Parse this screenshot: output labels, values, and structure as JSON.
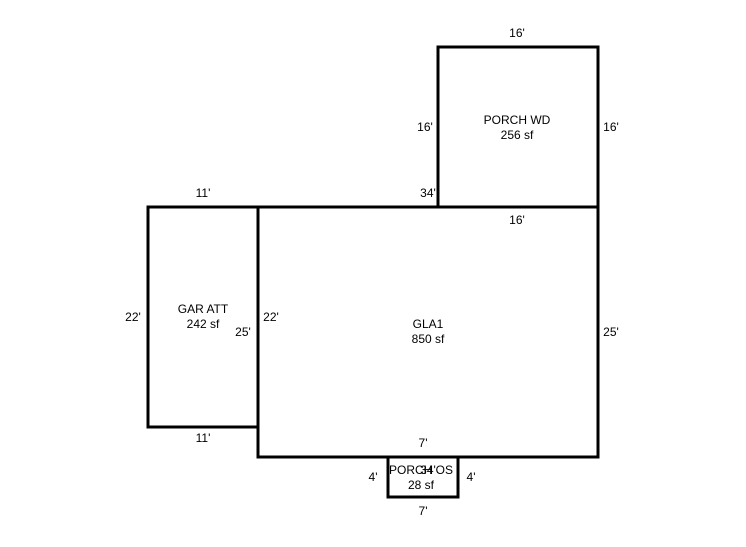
{
  "rooms": {
    "porch_wd": {
      "name": "PORCH WD",
      "area": "256 sf",
      "dim_top": "16'",
      "dim_left": "16'",
      "dim_right": "16'",
      "dim_bottom": "16'"
    },
    "gar_att": {
      "name": "GAR ATT",
      "area": "242 sf",
      "dim_top": "11'",
      "dim_left": "22'",
      "dim_right": "22'",
      "dim_bottom": "11'"
    },
    "gla1": {
      "name": "GLA1",
      "area": "850 sf",
      "dim_top": "34'",
      "dim_left": "25'",
      "dim_right": "25'",
      "dim_bottom": "34'"
    },
    "porch_os": {
      "name": "PORCH OS",
      "area": "28 sf",
      "dim_top": "7'",
      "dim_left": "4'",
      "dim_right": "4'",
      "dim_bottom": "7'"
    }
  }
}
